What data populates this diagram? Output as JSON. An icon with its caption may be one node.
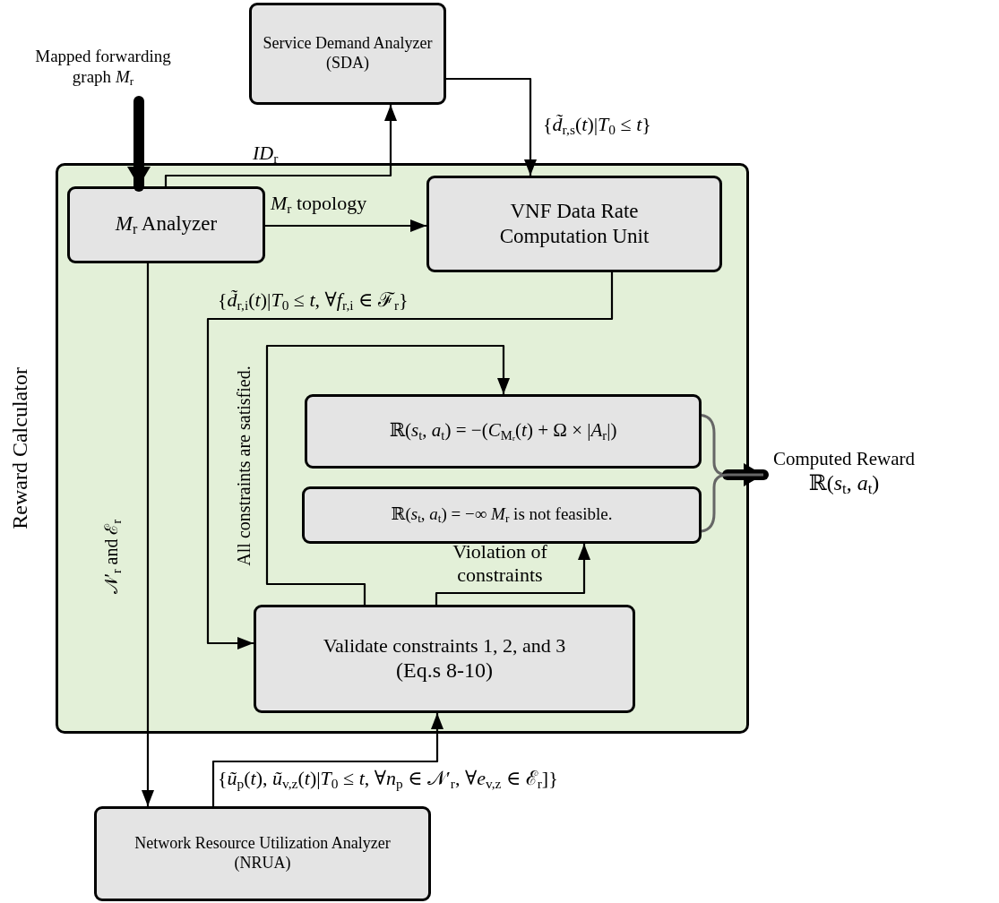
{
  "diagram": {
    "nodes": [
      {
        "text": [
          "Reward Calculator"
        ]
      },
      {
        "text": [
          "Service Demand Analyzer (SDA)"
        ]
      },
      {
        "text": [
          "Mapped forwarding graph *M*$_{r}$"
        ]
      },
      {
        "text": [
          "*M*$_{r}$ Analyzer"
        ],
        "in": 0
      },
      {
        "text": [
          "VNF Data Rate Computation Unit"
        ],
        "in": 0
      },
      {
        "text": [
          "ℝ(*s*$_{t}$, *a*$_{t}$) = −(*C*$_{Mᵣ}$(*t*) + Ω × |*A*$_{r}$|)"
        ],
        "in": 0
      },
      {
        "text": [
          "ℝ(*s*$_{t}$, *a*$_{t}$) = −∞  *M*$_{r}$ is not feasible."
        ],
        "in": 0
      },
      {
        "text": [
          "Validate constraints 1, 2, and 3",
          "(Eq.s 8-10)"
        ],
        "in": 0
      },
      {
        "text": [
          "Computed Reward",
          "ℝ(*s*$_{t}$, *a*$_{t}$)"
        ]
      },
      {
        "text": [
          "Network Resource Utilization Analyzer (NRUA)"
        ]
      }
    ],
    "edges": [
      {
        "from": 2,
        "to": 3,
        "arrow": "to",
        "style": "thick"
      },
      {
        "from": 3,
        "to": 1,
        "arrow": "to",
        "label": "*ID*$_{r}$"
      },
      {
        "from": 1,
        "to": 4,
        "arrow": "to",
        "label": "{*d̃*$_{r,s}$(*t*)|*T*$_{0}$ ≤ *t*}"
      },
      {
        "from": 3,
        "to": 4,
        "arrow": "to",
        "label": "*M*$_{r}$ topology"
      },
      {
        "from": 4,
        "to": 7,
        "arrow": "to",
        "label": "{*d̃*$_{r,i}$(*t*)|*T*$_{0}$ ≤ *t*, ∀*f*$_{r,i}$ ∈ ℱ$_{r}$}"
      },
      {
        "from": 7,
        "to": 5,
        "arrow": "to",
        "label": "All constraints are satisfied."
      },
      {
        "from": 7,
        "to": 6,
        "arrow": "to",
        "label": "Violation of constraints"
      },
      {
        "from": 3,
        "to": 9,
        "arrow": "to",
        "label": "𝒩′$_{r}$ and ℰ$_{r}$"
      },
      {
        "from": 9,
        "to": 7,
        "arrow": "to",
        "label": "{*ũ*$_{p}$(*t*), *ũ*$_{v,z}$(*t*)|*T*$_{0}$ ≤ *t*, ∀*n*$_{p}$ ∈ 𝒩′$_{r}$, ∀*e*$_{v,z}$ ∈ ℰ$_{r}$]}"
      },
      {
        "from": 5,
        "to": 8,
        "arrow": "to",
        "color": "#666666"
      },
      {
        "from": 6,
        "to": 8,
        "arrow": "to",
        "color": "#666666"
      }
    ]
  }
}
